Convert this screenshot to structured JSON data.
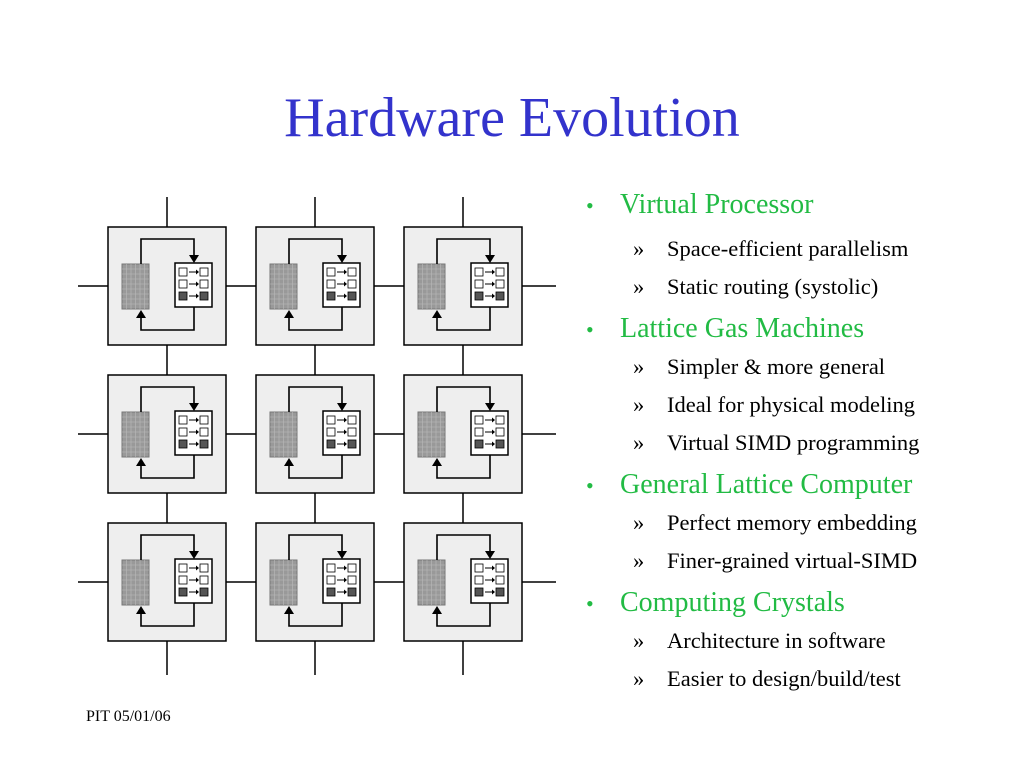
{
  "slide": {
    "title": "Hardware Evolution",
    "footer": "PIT 05/01/06"
  },
  "bullets": [
    {
      "label": "Virtual Processor",
      "subs": [
        "Space-efficient parallelism",
        "Static routing (systolic)"
      ]
    },
    {
      "label": "Lattice Gas Machines",
      "subs": [
        "Simpler & more general",
        "Ideal for physical modeling",
        "Virtual SIMD programming"
      ]
    },
    {
      "label": "General Lattice Computer",
      "subs": [
        "Perfect memory embedding",
        "Finer-grained virtual-SIMD"
      ]
    },
    {
      "label": "Computing Crystals",
      "subs": [
        "Architecture in software",
        "Easier to design/build/test"
      ]
    }
  ],
  "markers": {
    "bullet": "•",
    "sub": "»"
  },
  "colors": {
    "title": "#3333cc",
    "bullet": "#22bb44",
    "cell_fill": "#eeeeee",
    "memory_fill": "#999999"
  },
  "diagram": {
    "rows": 3,
    "cols": 3
  }
}
